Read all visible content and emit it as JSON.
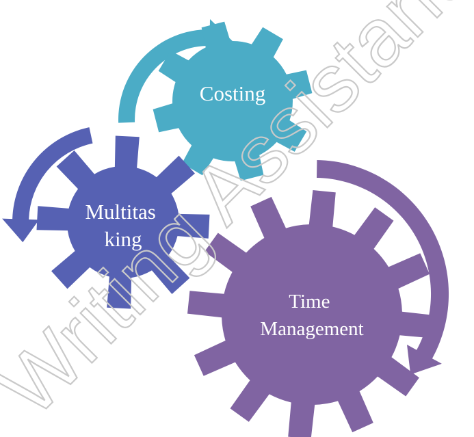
{
  "diagram": {
    "gears": [
      {
        "id": "costing",
        "label_lines": [
          "Costing"
        ],
        "color": "#4bacc6"
      },
      {
        "id": "multitasking",
        "label_lines": [
          "Multitas",
          "king"
        ],
        "color": "#5661b3"
      },
      {
        "id": "time-management",
        "label_lines": [
          "Time",
          "Management"
        ],
        "color": "#8064a2"
      }
    ],
    "arrows": [
      {
        "id": "costing-arrow",
        "color": "#4bacc6"
      },
      {
        "id": "multitasking-arrow",
        "color": "#5661b3"
      },
      {
        "id": "time-management-arrow",
        "color": "#8064a2"
      }
    ]
  },
  "watermark": {
    "text": "Writing Assistance"
  }
}
